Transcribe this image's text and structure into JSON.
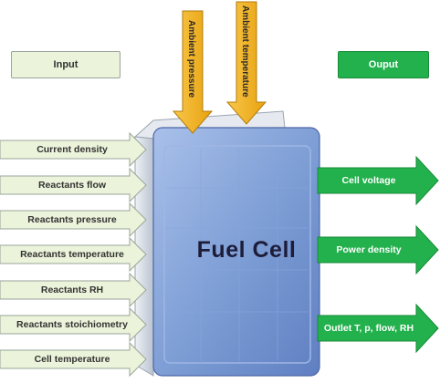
{
  "headers": {
    "input": "Input",
    "output": "Ouput"
  },
  "ambient": [
    {
      "label": "Ambient pressure"
    },
    {
      "label": "Ambient temperature"
    }
  ],
  "core": {
    "label": "Fuel Cell"
  },
  "inputs": [
    {
      "label": "Current density"
    },
    {
      "label": "Reactants flow"
    },
    {
      "label": "Reactants pressure"
    },
    {
      "label": "Reactants temperature"
    },
    {
      "label": "Reactants RH"
    },
    {
      "label": "Reactants stoichiometry"
    },
    {
      "label": "Cell temperature"
    }
  ],
  "outputs": [
    {
      "label": "Cell voltage"
    },
    {
      "label": "Power density"
    },
    {
      "label": "Outlet T, p, flow, RH"
    }
  ],
  "colors": {
    "input_arrow": "#ebf3da",
    "input_arrow_border": "#9aa59a",
    "output_arrow": "#23b14d",
    "ambient_arrow": "#f5b41f",
    "cell_face": "#7f9fd6",
    "cell_side": "#d7dde6"
  }
}
